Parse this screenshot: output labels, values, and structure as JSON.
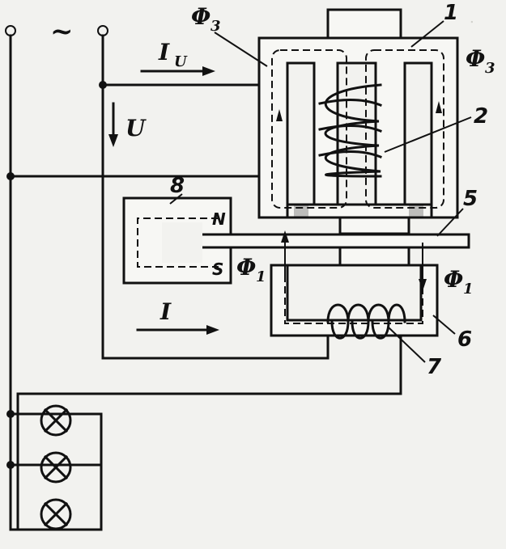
{
  "labels": {
    "ac": "~",
    "iu": "I",
    "iu_sub": "U",
    "u": "U",
    "i": "I",
    "flux3_left": "Φ",
    "flux3_left_sub": "3",
    "flux3_right": "Φ",
    "flux3_right_sub": "3",
    "flux1_left": "Φ",
    "flux1_left_sub": "1",
    "flux1_right": "Φ",
    "flux1_right_sub": "1",
    "magnet_n": "N",
    "magnet_s": "S"
  },
  "callouts": [
    "1",
    "2",
    "5",
    "6",
    "7",
    "8"
  ],
  "lamps": [
    "lamp",
    "lamp",
    "lamp"
  ],
  "colors": {
    "ink": "#111111",
    "paper": "#f2f2ef"
  }
}
